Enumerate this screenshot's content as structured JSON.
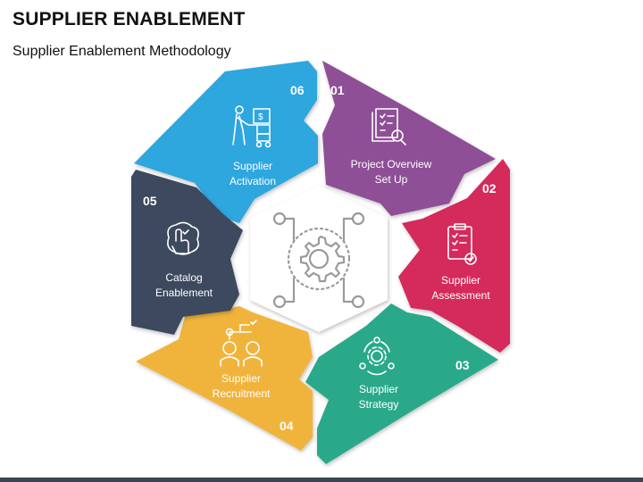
{
  "header": {
    "title": "SUPPLIER ENABLEMENT",
    "subtitle": "Supplier Enablement Methodology"
  },
  "segments": [
    {
      "number": "01",
      "label_lines": [
        "Project Overview",
        "Set Up"
      ],
      "color": "#8e4f96",
      "icon": "checklist-search-icon"
    },
    {
      "number": "02",
      "label_lines": [
        "Supplier",
        "Assessment"
      ],
      "color": "#d42a5c",
      "icon": "clipboard-check-icon"
    },
    {
      "number": "03",
      "label_lines": [
        "Supplier",
        "Strategy"
      ],
      "color": "#2aa98a",
      "icon": "gear-cycle-icon"
    },
    {
      "number": "04",
      "label_lines": [
        "Supplier",
        "Recruitment"
      ],
      "color": "#f0b43c",
      "icon": "people-select-icon"
    },
    {
      "number": "05",
      "label_lines": [
        "Catalog",
        "Enablement"
      ],
      "color": "#3c4a5e",
      "icon": "touch-screen-icon"
    },
    {
      "number": "06",
      "label_lines": [
        "Supplier",
        "Activation"
      ],
      "color": "#2ea6de",
      "icon": "worker-cart-icon"
    }
  ],
  "center": {
    "icon": "gear-network-icon",
    "color": "#9a9a9a"
  }
}
